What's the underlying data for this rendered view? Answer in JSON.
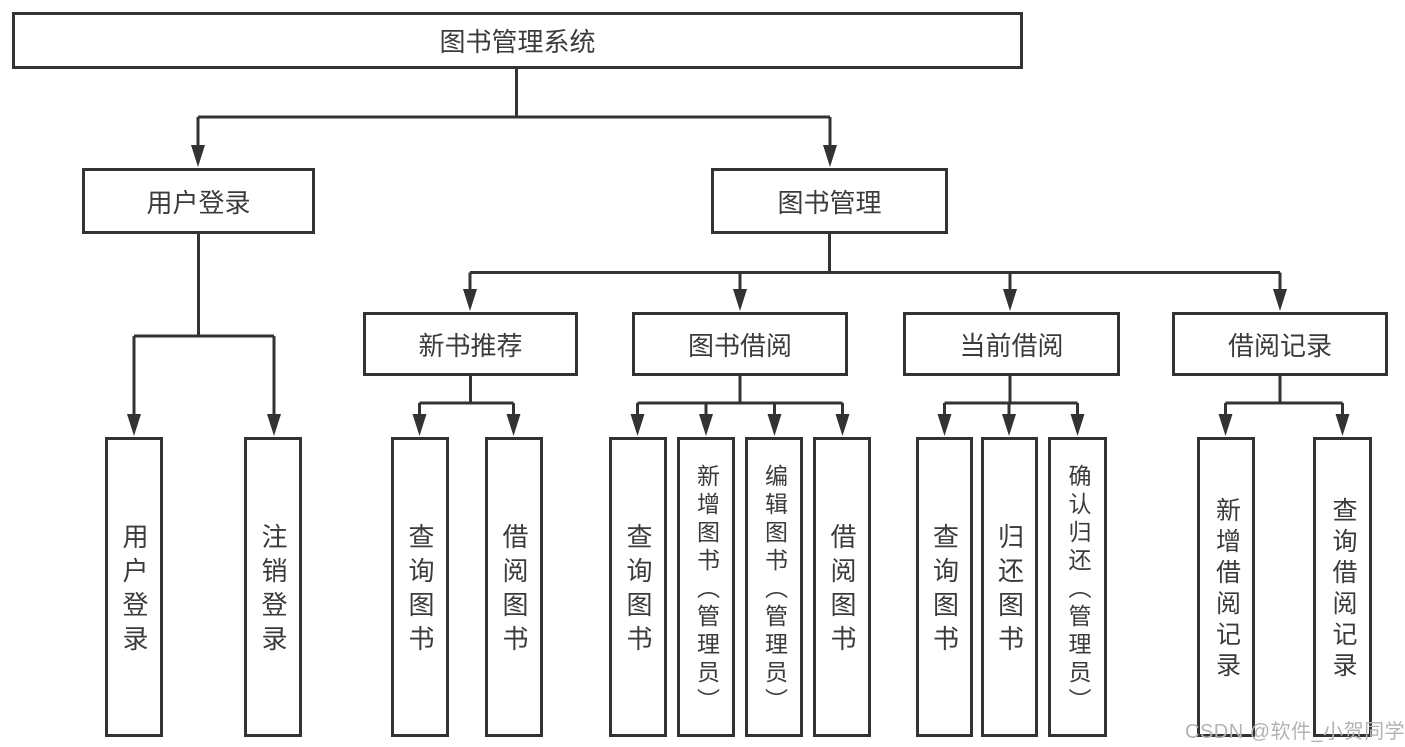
{
  "diagram": {
    "root": {
      "label": "图书管理系统"
    },
    "login_branch": {
      "label": "用户登录",
      "children": [
        {
          "label": "用户登录"
        },
        {
          "label": "注销登录"
        }
      ]
    },
    "mgmt_branch": {
      "label": "图书管理",
      "groups": [
        {
          "label": "新书推荐",
          "children": [
            {
              "label": "查询图书"
            },
            {
              "label": "借阅图书"
            }
          ]
        },
        {
          "label": "图书借阅",
          "children": [
            {
              "label": "查询图书"
            },
            {
              "label": "新增图书（管理员）"
            },
            {
              "label": "编辑图书（管理员）"
            },
            {
              "label": "借阅图书"
            }
          ]
        },
        {
          "label": "当前借阅",
          "children": [
            {
              "label": "查询图书"
            },
            {
              "label": "归还图书"
            },
            {
              "label": "确认归还（管理员）"
            }
          ]
        },
        {
          "label": "借阅记录",
          "children": [
            {
              "label": "新增借阅记录"
            },
            {
              "label": "查询借阅记录"
            }
          ]
        }
      ]
    }
  },
  "watermark": {
    "text": "CSDN @软件_小贺同学"
  },
  "colors": {
    "line": "#333333",
    "text": "#3b3b3b",
    "background": "#ffffff",
    "watermark": "#b3b3b3"
  }
}
